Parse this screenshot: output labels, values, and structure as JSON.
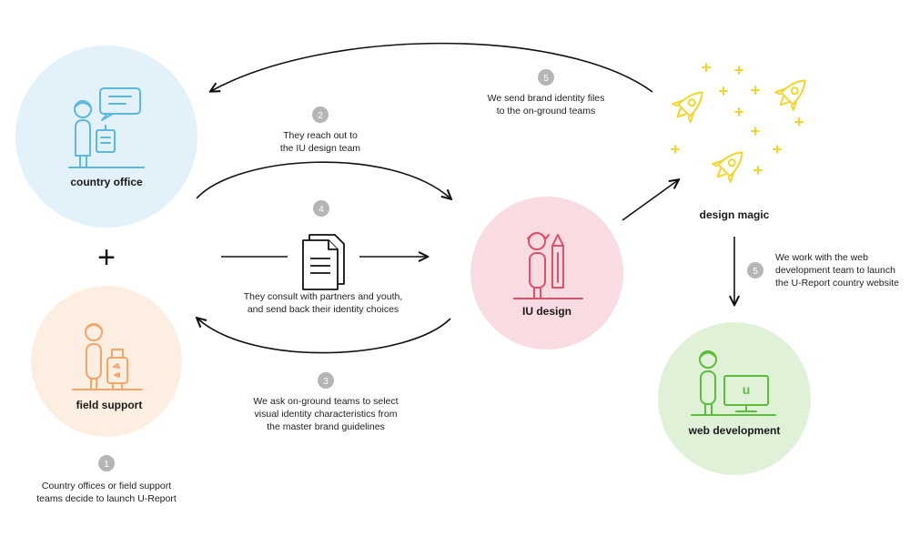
{
  "nodes": {
    "country_office": {
      "label": "country office",
      "fill": "#e3f2fa",
      "icon_color": "#5bb8df"
    },
    "field_support": {
      "label": "field support",
      "fill": "#fdeee2",
      "icon_color": "#f4a66a"
    },
    "iu_design": {
      "label": "IU design",
      "fill": "#f9dce1",
      "icon_color": "#e0506b"
    },
    "design_magic": {
      "label": "design magic",
      "icon_color": "#f2d62f"
    },
    "web_development": {
      "label": "web development",
      "fill": "#dff2d8",
      "icon_color": "#5cbd3a"
    },
    "web_logo": "u"
  },
  "combine_symbol": "+",
  "steps": [
    {
      "number": "1",
      "lines": [
        "Country offices or field support",
        "teams decide to launch U-Report"
      ]
    },
    {
      "number": "2",
      "lines": [
        "They reach out to",
        "the IU design team"
      ]
    },
    {
      "number": "3",
      "lines": [
        "We ask on-ground teams to select",
        "visual identity characteristics from",
        "the master brand guidelines"
      ]
    },
    {
      "number": "4",
      "lines": [
        "They consult with partners and youth,",
        "and send back their identity choices"
      ]
    },
    {
      "number": "5",
      "lines": [
        "We send brand identity files",
        "to the on-ground teams"
      ]
    },
    {
      "number": "5",
      "lines": [
        "We work with the web",
        "development  team to launch",
        "the U-Report country website"
      ]
    }
  ],
  "colors": {
    "arrow": "#111111",
    "step_badge": "#b5b5b5"
  }
}
